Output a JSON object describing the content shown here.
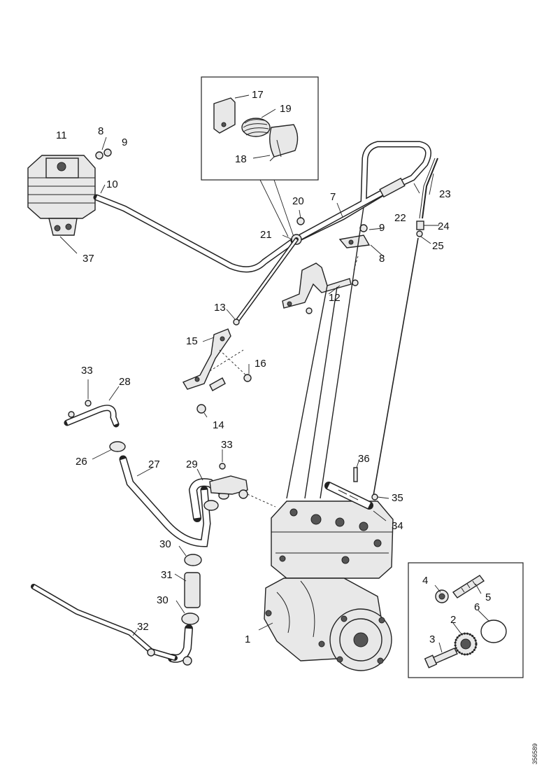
{
  "reference_number": "356589",
  "callouts": {
    "c1": "1",
    "c2": "2",
    "c3": "3",
    "c4": "4",
    "c5": "5",
    "c6": "6",
    "c7": "7",
    "c8a": "8",
    "c8b": "8",
    "c9a": "9",
    "c9b": "9",
    "c10": "10",
    "c11": "11",
    "c12": "12",
    "c13": "13",
    "c14": "14",
    "c15": "15",
    "c16": "16",
    "c17": "17",
    "c18": "18",
    "c19": "19",
    "c20": "20",
    "c21": "21",
    "c22": "22",
    "c23": "23",
    "c24": "24",
    "c25": "25",
    "c26": "26",
    "c27": "27",
    "c28": "28",
    "c29": "29",
    "c30a": "30",
    "c30b": "30",
    "c31": "31",
    "c32": "32",
    "c33a": "33",
    "c33b": "33",
    "c34": "34",
    "c35": "35",
    "c36": "36",
    "c37": "37"
  }
}
